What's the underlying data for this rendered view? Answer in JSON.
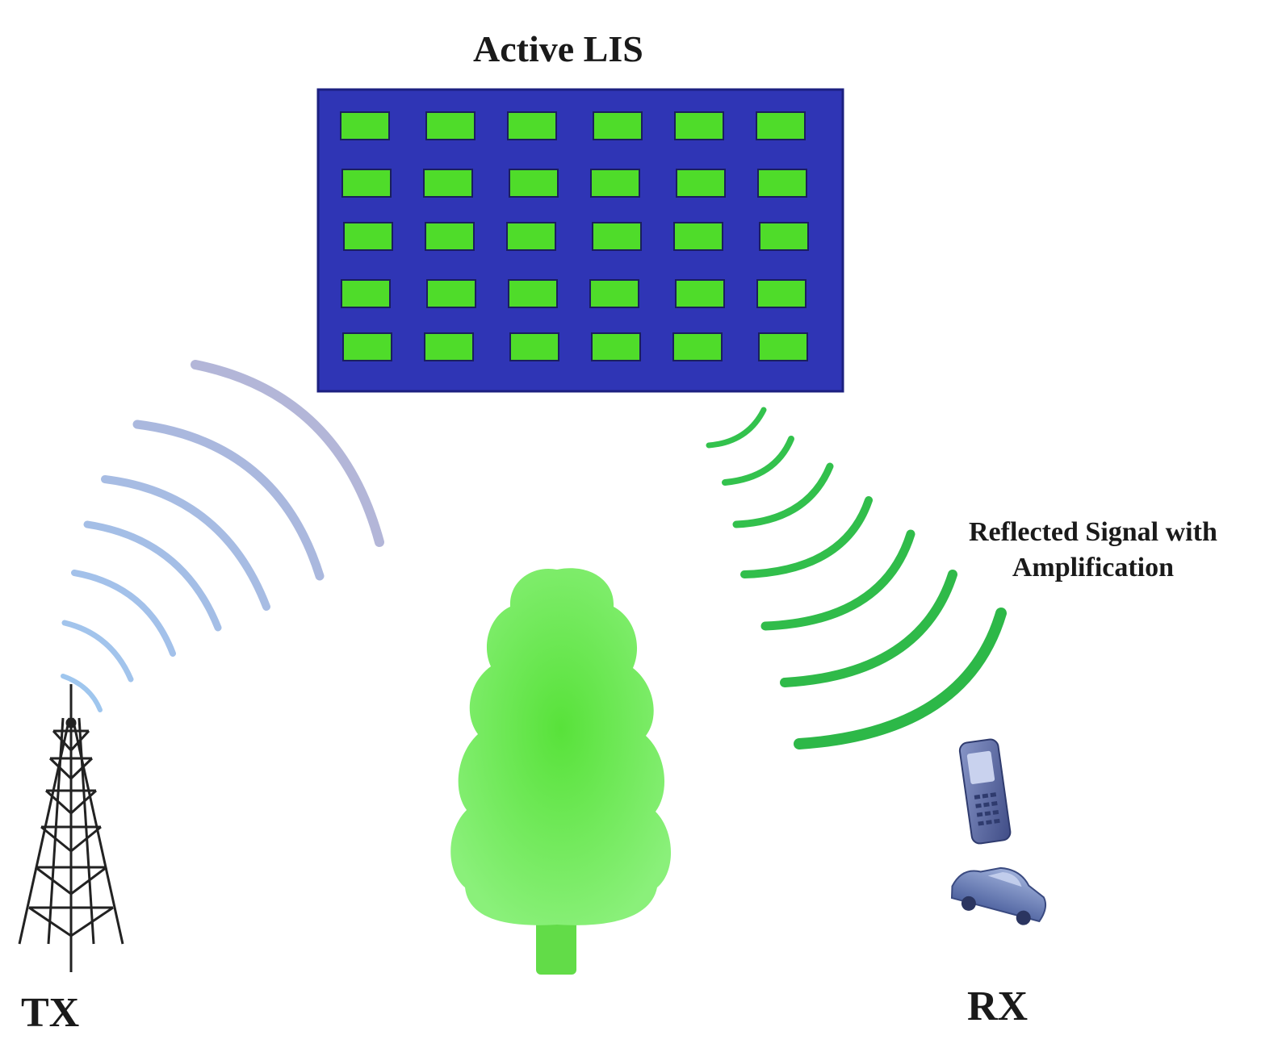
{
  "labels": {
    "lis_title": "Active LIS",
    "reflected_line1": "Reflected Signal with",
    "reflected_line2": "Amplification",
    "tx": "TX",
    "rx": "RX"
  },
  "lis_panel": {
    "rows": 5,
    "cols": 6,
    "panel_color": "#2f35b5",
    "element_color": "#4fdc2a"
  },
  "colors": {
    "incident_wave": "#8fb0e0",
    "reflected_wave": "#2fbe4a",
    "tree_foliage": "#6fe85a",
    "tower": "#222222",
    "phone": "#5a6aa8",
    "car": "#6a7fb8"
  },
  "icons": [
    "transmitter-tower-icon",
    "tree-icon",
    "phone-icon",
    "car-icon"
  ]
}
